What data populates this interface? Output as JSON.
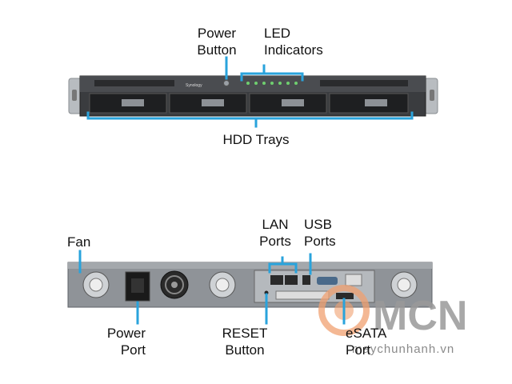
{
  "front_labels": {
    "power_button": [
      "Power",
      "Button"
    ],
    "led_indicators": [
      "LED",
      "Indicators"
    ],
    "hdd_trays": "HDD Trays"
  },
  "back_labels": {
    "fan": "Fan",
    "lan_ports": [
      "LAN",
      "Ports"
    ],
    "usb_ports": [
      "USB",
      "Ports"
    ],
    "power_port": [
      "Power",
      "Port"
    ],
    "reset_button": [
      "RESET",
      "Button"
    ],
    "esata_port": [
      "eSATA",
      "Port"
    ]
  },
  "front_panel": {
    "brand": "Synology",
    "led_count": 7,
    "tray_count": 4
  },
  "watermark": {
    "logo": "MCN",
    "text": "maychunhanh.vn"
  },
  "colors": {
    "callout": "#29a3dc",
    "watermark_orange": "#f0a070",
    "watermark_gray": "#9a9a9a"
  }
}
